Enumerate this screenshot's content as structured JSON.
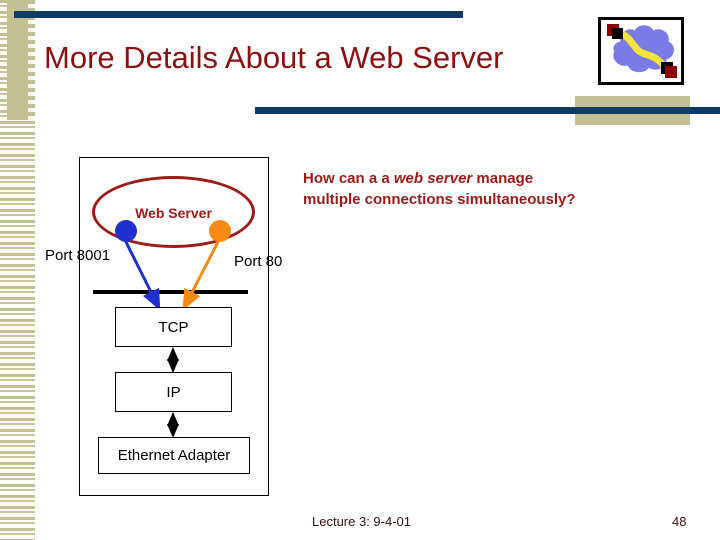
{
  "slide": {
    "title": "More Details About a Web Server",
    "title_color": "#8B1010",
    "accent_navy": "#103A63",
    "accent_tan": "#c3c093"
  },
  "logo": {
    "name": "network-cloud-icon",
    "cloud_color": "#7B7BE8",
    "link_color": "#F2E43A",
    "node_color": "#8B0000",
    "node_inner_color": "#000000"
  },
  "diagram": {
    "server_label": "Web Server",
    "server_label_color": "#9C1A18",
    "ellipse_stroke": "#9C1A18",
    "ports": [
      {
        "name": "port-8001",
        "label": "Port 8001",
        "dot_color": "#2030CF"
      },
      {
        "name": "port-80",
        "label": "Port 80",
        "dot_color": "#F68A15"
      }
    ],
    "stack": [
      {
        "name": "tcp",
        "label": "TCP"
      },
      {
        "name": "ip",
        "label": "IP"
      },
      {
        "name": "ethernet-adapter",
        "label": "Ethernet Adapter"
      }
    ]
  },
  "question": {
    "line1_pre": "How can a a ",
    "line1_em": "web server",
    "line1_post": " manage",
    "line2": "multiple connections simultaneously?",
    "color": "#9C1A18"
  },
  "footer": {
    "lecture": "Lecture 3: 9-4-01",
    "page_number": "48"
  }
}
